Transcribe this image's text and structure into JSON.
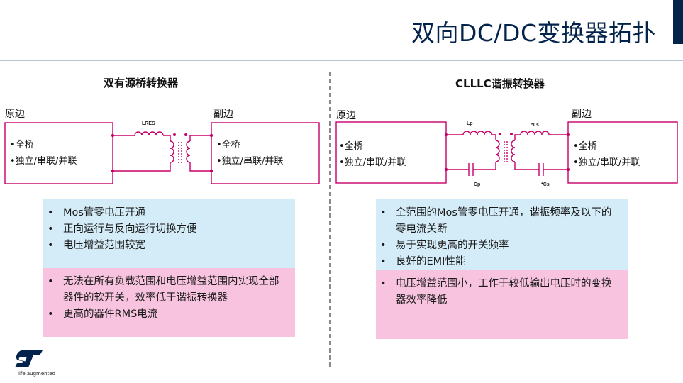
{
  "title": "双向DC/DC变换器拓扑",
  "left": {
    "heading": "双有源桥转换器",
    "primary_label": "原边",
    "secondary_label": "副边",
    "primary_bullets": [
      "•全桥",
      "•独立/串联/并联"
    ],
    "secondary_bullets": [
      "•全桥",
      "•独立/串联/并联"
    ],
    "inductor_label": "LRES",
    "pros": [
      "Mos管零电压开通",
      "正向运行与反向运行切换方便",
      "电压增益范围较宽"
    ],
    "cons": [
      "无法在所有负载范围和电压增益范围内实现全部器件的软开关，效率低于谐振转换器",
      "更高的器件RMS电流"
    ]
  },
  "right": {
    "heading": "CLLLC谐振转换器",
    "primary_label": "原边",
    "secondary_label": "副边",
    "primary_bullets": [
      "•全桥",
      "•独立/串联/并联"
    ],
    "secondary_bullets": [
      "•全桥",
      "•独立/串联/并联"
    ],
    "lp_label": "Lp",
    "ls_label": "*Ls",
    "cp_label": "Cp",
    "cs_label": "*Cs",
    "pros": [
      "全范围的Mos管零电压开通，谐振频率及以下的零电流关断",
      "易于实现更高的开关频率",
      "良好的EMI性能"
    ],
    "cons": [
      "电压增益范围小，工作于较低输出电压时的变换器效率降低"
    ]
  },
  "logo": {
    "tagline": "life.augmented"
  },
  "colors": {
    "title": "#03234b",
    "circuit": "#c8006a",
    "pros_bg": "#d4ecf8",
    "cons_bg": "#f7c3df"
  }
}
